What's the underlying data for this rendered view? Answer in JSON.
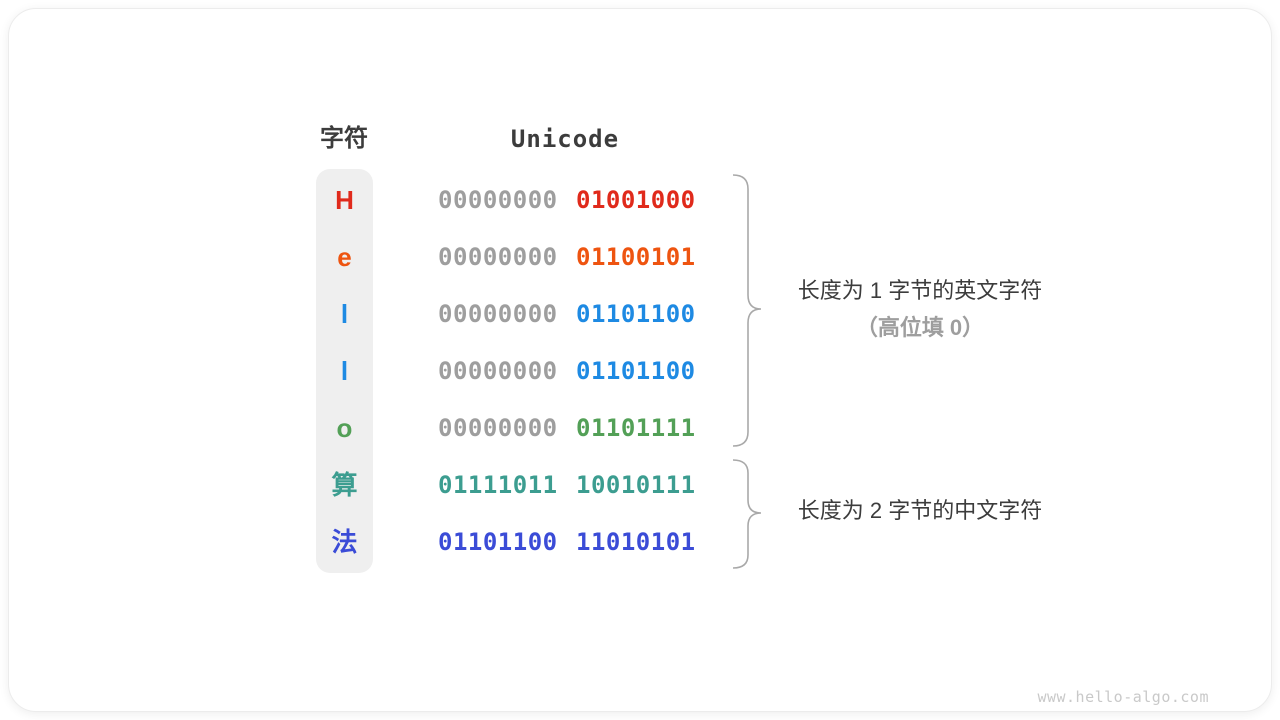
{
  "palette": {
    "text_dark": "#3c3c3c",
    "leading_zero_gray": "#9e9e9e",
    "strip_bg": "#efefef",
    "brace_stroke": "#a9a9a9",
    "watermark_gray": "#c9c9c9"
  },
  "header": {
    "char_col": "字符",
    "unicode_col": "Unicode"
  },
  "rows": [
    {
      "char": "H",
      "byte1": "00000000",
      "byte2": "01001000",
      "color": "#e02a1b",
      "byte1_color": "#9e9e9e",
      "byte2_color": "#e02a1b"
    },
    {
      "char": "e",
      "byte1": "00000000",
      "byte2": "01100101",
      "color": "#ee5410",
      "byte1_color": "#9e9e9e",
      "byte2_color": "#ee5410"
    },
    {
      "char": "l",
      "byte1": "00000000",
      "byte2": "01101100",
      "color": "#1e8ae3",
      "byte1_color": "#9e9e9e",
      "byte2_color": "#1e8ae3"
    },
    {
      "char": "l",
      "byte1": "00000000",
      "byte2": "01101100",
      "color": "#1e8ae3",
      "byte1_color": "#9e9e9e",
      "byte2_color": "#1e8ae3"
    },
    {
      "char": "o",
      "byte1": "00000000",
      "byte2": "01101111",
      "color": "#53a057",
      "byte1_color": "#9e9e9e",
      "byte2_color": "#53a057"
    },
    {
      "char": "算",
      "byte1": "01111011",
      "byte2": "10010111",
      "color": "#3c9d90",
      "byte1_color": "#3c9d90",
      "byte2_color": "#3c9d90"
    },
    {
      "char": "法",
      "byte1": "01101100",
      "byte2": "11010101",
      "color": "#3b4cd7",
      "byte1_color": "#3b4cd7",
      "byte2_color": "#3b4cd7"
    }
  ],
  "annotations": {
    "english": {
      "line1": "长度为 1 字节的英文字符",
      "line2": "（高位填 0）"
    },
    "chinese": {
      "line1": "长度为 2 字节的中文字符"
    }
  },
  "watermark": "www.hello-algo.com"
}
